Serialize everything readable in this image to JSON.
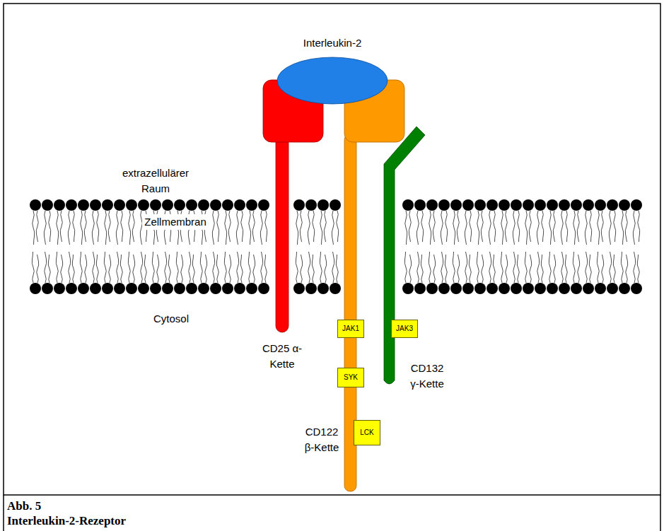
{
  "diagram": {
    "title": "Abb. 5",
    "caption": "Interleukin-2-Rezeptor",
    "nodes": [
      {
        "text": [
          "Interleukin-2"
        ]
      },
      {
        "text": [
          "JAK1"
        ]
      },
      {
        "text": [
          "JAK3"
        ]
      },
      {
        "text": [
          "SYK"
        ]
      },
      {
        "text": [
          "LCK"
        ]
      }
    ],
    "labels": [
      "extrazellulärer Raum",
      "Zellmembran",
      "Cytosol",
      "CD25 α-Kette",
      "CD122 β-Kette",
      "CD132 γ-Kette"
    ]
  }
}
